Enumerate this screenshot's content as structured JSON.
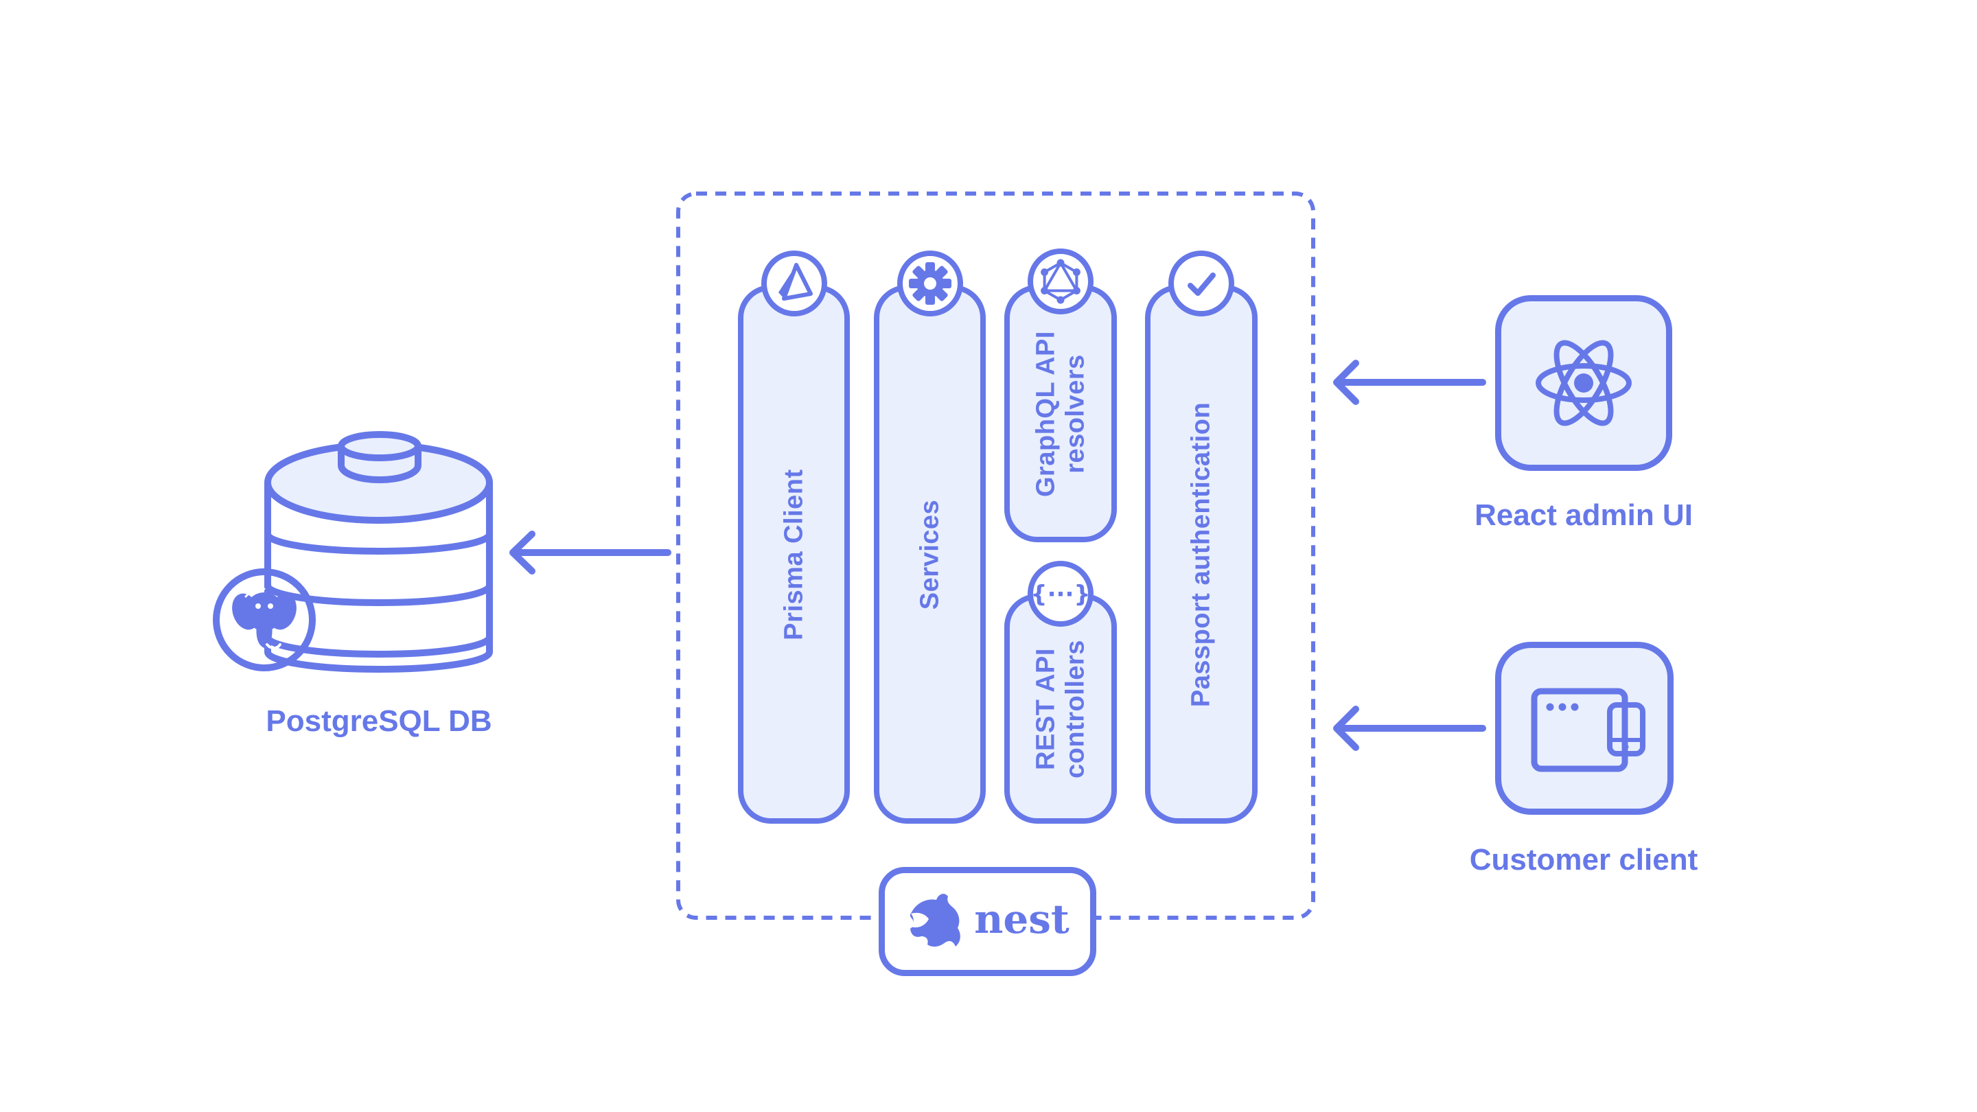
{
  "colors": {
    "stroke": "#6678e8",
    "fill_light": "#e9effd",
    "background": "#ffffff"
  },
  "database": {
    "label": "PostgreSQL DB",
    "icon": "postgresql-elephant-icon"
  },
  "backend": {
    "name_badge": {
      "label": "nest",
      "icon": "nestjs-cat-icon"
    },
    "pills": [
      {
        "label": "Prisma Client",
        "icon": "prisma-icon"
      },
      {
        "label": "Services",
        "icon": "gear-icon"
      },
      {
        "label": "GraphQL API resolvers",
        "icon": "graphql-icon"
      },
      {
        "label": "REST API controllers",
        "icon": "code-braces-icon",
        "icon_text": "{···}"
      },
      {
        "label": "Passport authentication",
        "icon": "check-icon"
      }
    ]
  },
  "clients": {
    "admin": {
      "label": "React admin UI",
      "icon": "react-icon"
    },
    "customer": {
      "label": "Customer client",
      "icon": "browser-and-phone-icon"
    }
  },
  "arrows": [
    {
      "name": "backend-to-database",
      "direction": "left"
    },
    {
      "name": "admin-to-backend",
      "direction": "left"
    },
    {
      "name": "customer-to-backend",
      "direction": "left"
    }
  ]
}
